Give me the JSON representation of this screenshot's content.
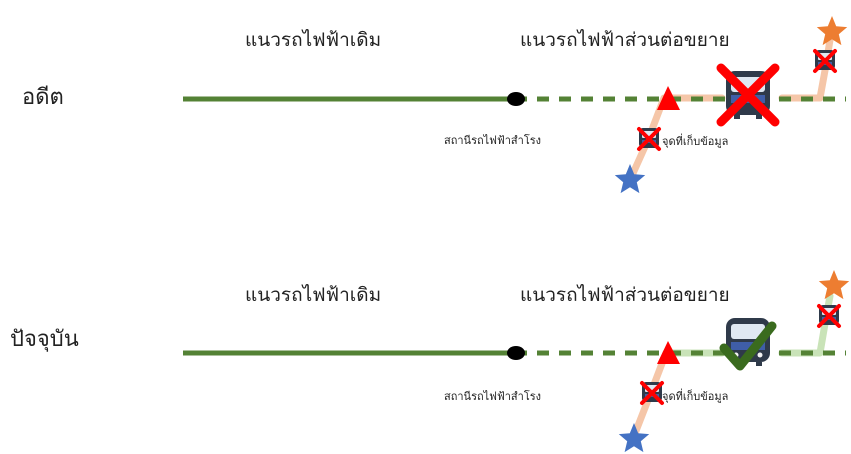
{
  "panels": [
    {
      "era_label": "อดีต",
      "existing_line_label": "แนวรถไฟฟ้าเดิม",
      "extension_line_label": "แนวรถไฟฟ้าส่วนต่อขยาย",
      "station_label": "สถานีรถไฟฟ้าสำโรง",
      "data_point_label": "จุดที่เก็บข้อมูล",
      "status": "cross",
      "access_path_color": "#f5c6a8"
    },
    {
      "era_label": "ปัจจุบัน",
      "existing_line_label": "แนวรถไฟฟ้าเดิม",
      "extension_line_label": "แนวรถไฟฟ้าส่วนต่อขยาย",
      "station_label": "สถานีรถไฟฟ้าสำโรง",
      "data_point_label": "จุดที่เก็บข้อมูล",
      "status": "check",
      "access_path_color": "#c9e3b8"
    }
  ],
  "colors": {
    "existing_line": "#548235",
    "extension_line": "#548235",
    "station_dot": "#000000",
    "cross": "#ff0000",
    "check": "#3a6b1e",
    "origin_star": "#4472c4",
    "destination_star": "#ed7d31",
    "triangle": "#ff0000",
    "train_body": "#2f3a4a"
  },
  "icons": [
    "train-icon",
    "blue-star-icon",
    "orange-star-icon",
    "red-triangle-icon",
    "cross-mark-icon",
    "check-mark-icon"
  ]
}
